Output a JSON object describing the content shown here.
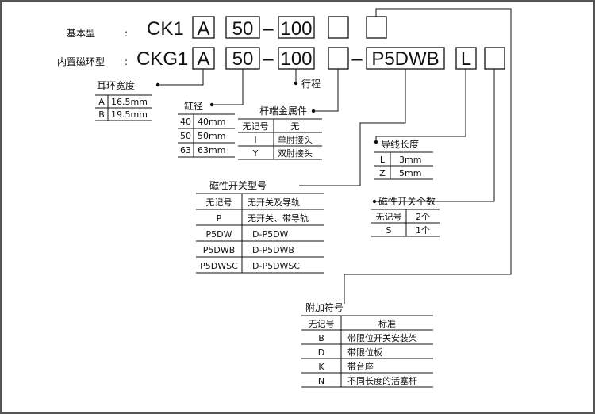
{
  "codes": {
    "basic_label": "基本型",
    "builtin_label": "内置磁环型",
    "colon": ":",
    "basic_prefix": "CK1",
    "builtin_prefix": "CKG1",
    "seg_a": "A",
    "seg_bore": "50",
    "seg_dash": "–",
    "seg_stroke": "100",
    "seg_switch": "P5DWB",
    "seg_lead": "L"
  },
  "labels": {
    "stroke": "行程"
  },
  "ear_width": {
    "title": "耳环宽度",
    "rows": [
      [
        "A",
        "16.5mm"
      ],
      [
        "B",
        "19.5mm"
      ]
    ]
  },
  "bore": {
    "title": "缸径",
    "rows": [
      [
        "40",
        "40mm"
      ],
      [
        "50",
        "50mm"
      ],
      [
        "63",
        "63mm"
      ]
    ]
  },
  "rod_end": {
    "title": "杆端金属件",
    "rows": [
      [
        "无记号",
        "无"
      ],
      [
        "I",
        "单肘接头"
      ],
      [
        "Y",
        "双肘接头"
      ]
    ]
  },
  "lead_length": {
    "title": "导线长度",
    "rows": [
      [
        "L",
        "3mm"
      ],
      [
        "Z",
        "5mm"
      ]
    ]
  },
  "switch_count": {
    "title": "磁性开关个数",
    "rows": [
      [
        "无记号",
        "2个"
      ],
      [
        "S",
        "1个"
      ]
    ]
  },
  "switch_model": {
    "title": "磁性开关型号",
    "rows": [
      [
        "无记号",
        "无开关及导轨"
      ],
      [
        "P",
        "无开关、带导轨"
      ],
      [
        "P5DW",
        "D-P5DW"
      ],
      [
        "P5DWB",
        "D-P5DWB"
      ],
      [
        "P5DWSC",
        "D-P5DWSC"
      ]
    ]
  },
  "extra": {
    "title": "附加符号",
    "rows": [
      [
        "无记号",
        "标准"
      ],
      [
        "B",
        "带限位开关安装架"
      ],
      [
        "D",
        "带限位板"
      ],
      [
        "K",
        "带台座"
      ],
      [
        "N",
        "不同长度的活塞杆"
      ]
    ]
  }
}
